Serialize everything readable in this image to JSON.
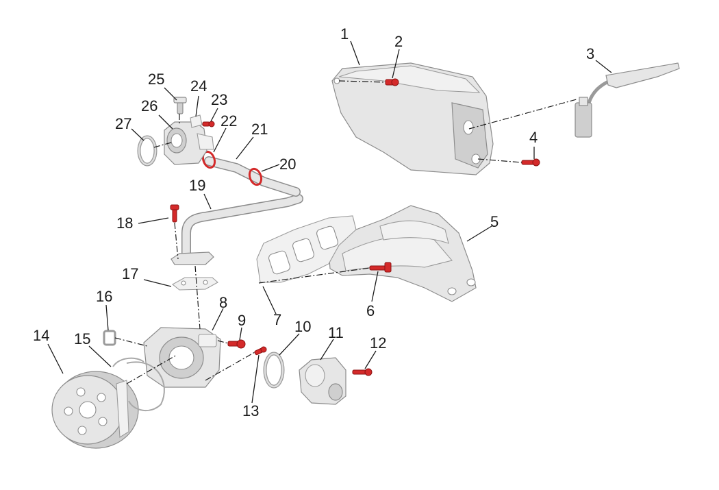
{
  "callouts": [
    {
      "id": "1",
      "text": "1"
    },
    {
      "id": "2",
      "text": "2"
    },
    {
      "id": "3",
      "text": "3"
    },
    {
      "id": "4",
      "text": "4"
    },
    {
      "id": "5",
      "text": "5"
    },
    {
      "id": "6",
      "text": "6"
    },
    {
      "id": "7",
      "text": "7"
    },
    {
      "id": "8",
      "text": "8"
    },
    {
      "id": "9",
      "text": "9"
    },
    {
      "id": "10",
      "text": "10"
    },
    {
      "id": "11",
      "text": "11"
    },
    {
      "id": "12",
      "text": "12"
    },
    {
      "id": "13",
      "text": "13"
    },
    {
      "id": "14",
      "text": "14"
    },
    {
      "id": "15",
      "text": "15"
    },
    {
      "id": "16",
      "text": "16"
    },
    {
      "id": "17",
      "text": "17"
    },
    {
      "id": "18",
      "text": "18"
    },
    {
      "id": "19",
      "text": "19"
    },
    {
      "id": "20",
      "text": "20"
    },
    {
      "id": "21",
      "text": "21"
    },
    {
      "id": "22",
      "text": "22"
    },
    {
      "id": "23",
      "text": "23"
    },
    {
      "id": "24",
      "text": "24"
    },
    {
      "id": "25",
      "text": "25"
    },
    {
      "id": "26",
      "text": "26"
    },
    {
      "id": "27",
      "text": "27"
    }
  ],
  "colors": {
    "fastener": "#d42a2a",
    "part_fill": "#e6e6e6",
    "part_outline": "#8c8c8c",
    "leader_line": "#1a1a1a"
  }
}
